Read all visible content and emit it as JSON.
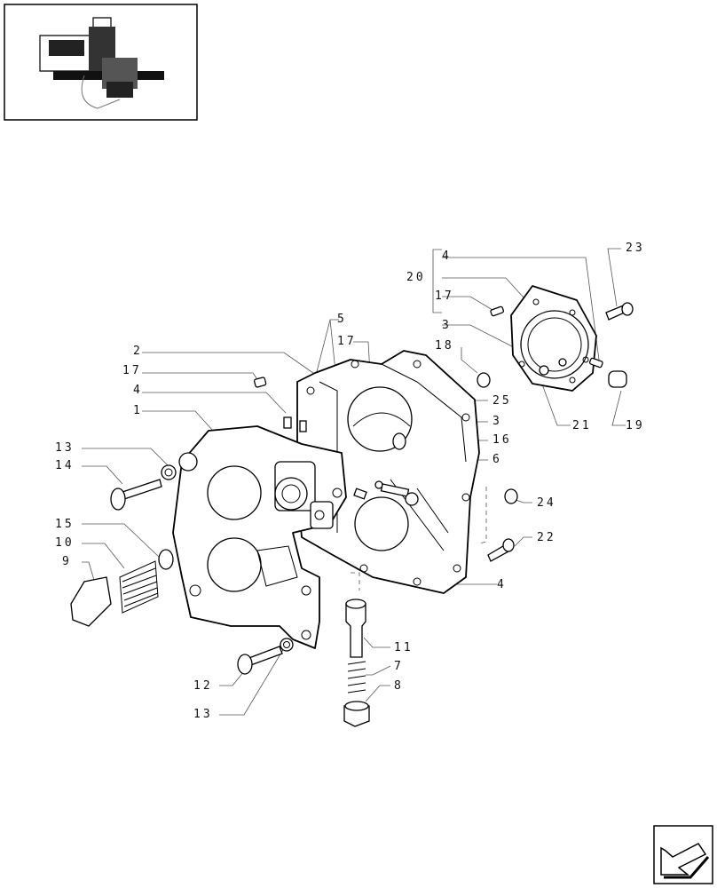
{
  "labels": {
    "l1": "1",
    "l2": "2",
    "l3a": "3",
    "l3b": "3",
    "l4a": "4",
    "l4b": "4",
    "l4c": "4",
    "l5": "5",
    "l6": "6",
    "l7": "7",
    "l8": "8",
    "l9": "9",
    "l10": "10",
    "l11": "11",
    "l12": "12",
    "l13a": "13",
    "l13b": "13",
    "l14": "14",
    "l15": "15",
    "l16": "16",
    "l17a": "17",
    "l17b": "17",
    "l17c": "17",
    "l18": "18",
    "l19": "19",
    "l20": "20",
    "l21": "21",
    "l22": "22",
    "l23": "23",
    "l24": "24",
    "l25": "25"
  },
  "icons": {
    "thumbnail": "assembly-thumbnail-icon",
    "nav": "back-arrow-icon"
  }
}
